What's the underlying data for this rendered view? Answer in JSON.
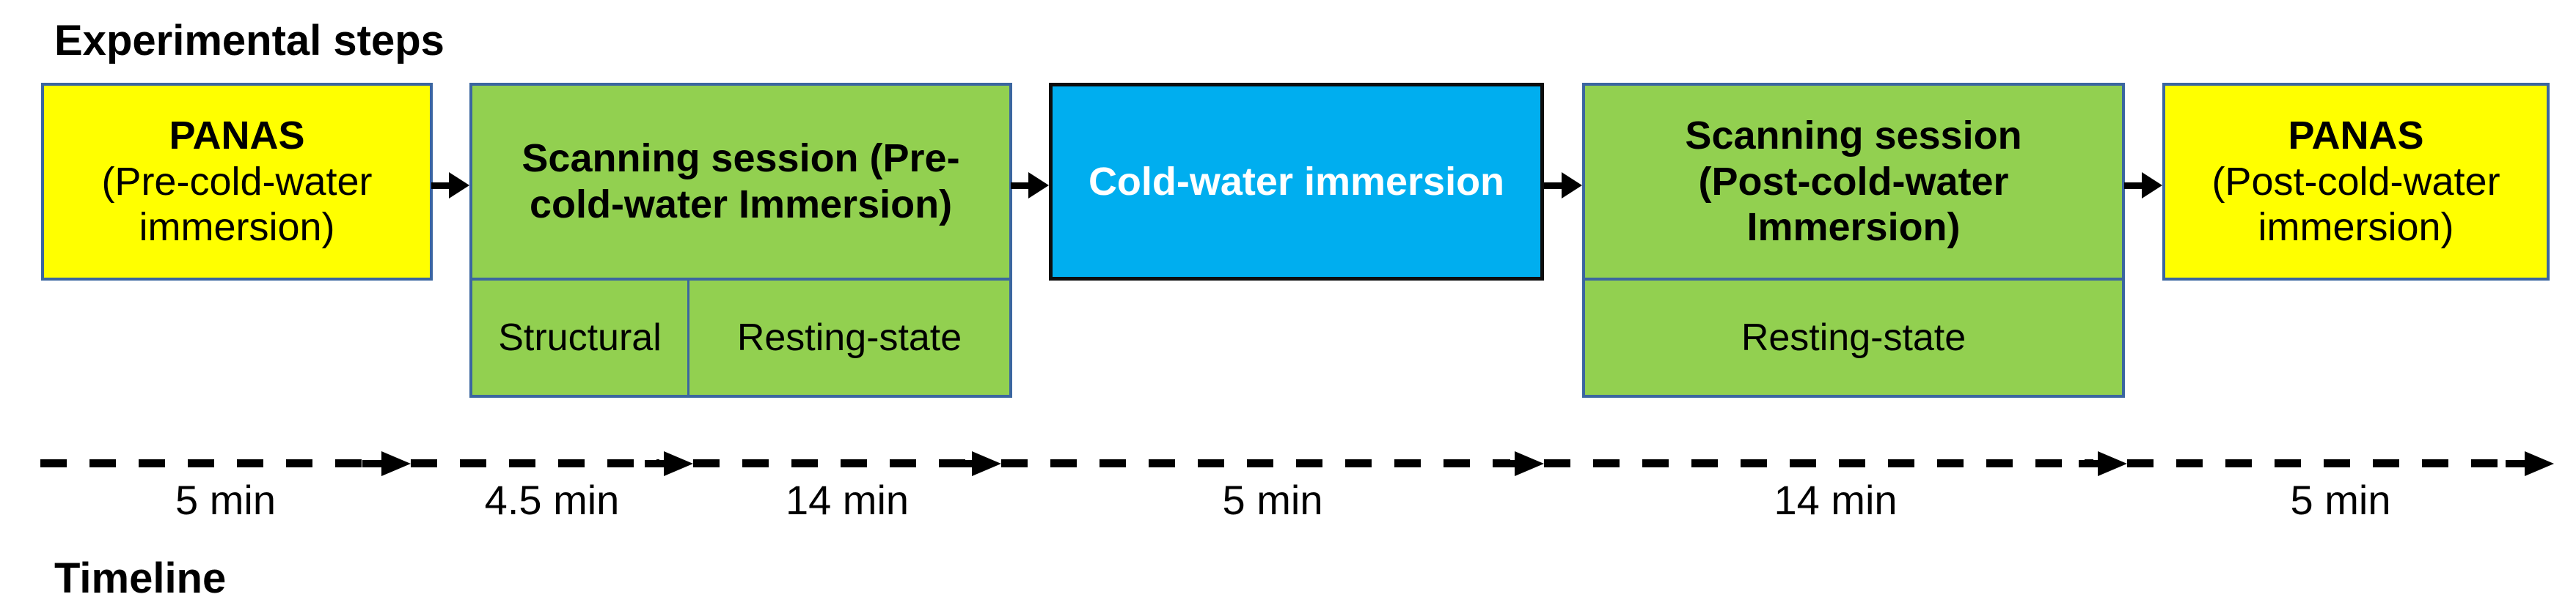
{
  "page": {
    "title": "Experimental steps",
    "timeline_label": "Timeline"
  },
  "steps": [
    {
      "title": "PANAS",
      "subtitle": "(Pre-cold-water immersion)"
    },
    {
      "title": "Scanning session (Pre-cold-water Immersion)",
      "parts": [
        "Structural",
        "Resting-state"
      ]
    },
    {
      "title": "Cold-water immersion"
    },
    {
      "title": "Scanning session (Post-cold-water Immersion)",
      "parts": [
        "Resting-state"
      ]
    },
    {
      "title": "PANAS",
      "subtitle": "(Post-cold-water immersion)"
    }
  ],
  "timeline": {
    "durations": [
      "5 min",
      "4.5 min",
      "14 min",
      "5 min",
      "14 min",
      "5 min"
    ]
  },
  "colors": {
    "panas_fill": "#FFFF00",
    "scan_fill": "#92D050",
    "immersion_fill": "#00AEEF",
    "box_border": "#3B66A0",
    "immersion_border": "#0D0D0D",
    "arrow": "#000000",
    "text": "#000000",
    "text_on_blue": "#FFFFFF"
  }
}
